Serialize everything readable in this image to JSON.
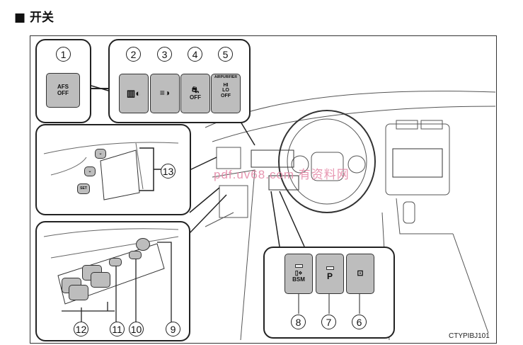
{
  "title": "■ 开关",
  "figure_code": "CTYPIBJ101",
  "watermark": "pdf.uv68.com 有资料网",
  "switches": {
    "afs": {
      "number": "1",
      "label": "AFS OFF"
    },
    "headlight_leveling": {
      "number": "2"
    },
    "headlight_cleaner": {
      "number": "3"
    },
    "vsc_off": {
      "number": "4",
      "label": "OFF"
    },
    "air_purifier": {
      "number": "5",
      "heading": "AIRPURIFIER",
      "hi": "HI",
      "lo": "LO",
      "off": "OFF"
    },
    "rear_sunshade": {
      "number": "6"
    },
    "parking_assist": {
      "number": "7",
      "label": "P"
    },
    "bsm": {
      "number": "8",
      "label": "BSM"
    },
    "mirror_switch": {
      "number": "9"
    },
    "window_lock": {
      "number": "10"
    },
    "door_lock": {
      "number": "11"
    },
    "power_window": {
      "number": "12"
    },
    "seat_memory": {
      "number": "13",
      "set_label": "SET"
    }
  }
}
